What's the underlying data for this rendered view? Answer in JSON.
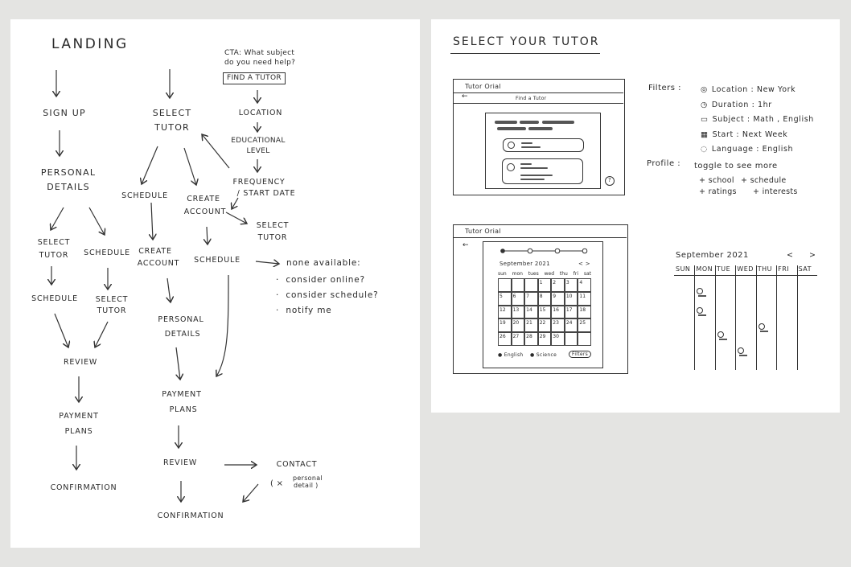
{
  "left_flow": {
    "landing": "LANDING",
    "col1": [
      "SIGN UP",
      "PERSONAL",
      "DETAILS",
      "SELECT",
      "TUTOR",
      "SCHEDULE",
      "SCHEDULE",
      "SELECT",
      "TUTOR",
      "REVIEW",
      "PAYMENT",
      "PLANS",
      "CONFIRMATION"
    ],
    "col2": {
      "select_tutor_1": "SELECT",
      "select_tutor_2": "TUTOR",
      "schedule": "SCHEDULE",
      "create_account_1": "CREATE",
      "create_account_2": "ACCOUNT",
      "create_account_b1": "CREATE",
      "create_account_b2": "ACCOUNT",
      "schedule_b": "SCHEDULE",
      "personal_1": "PERSONAL",
      "personal_2": "DETAILS",
      "payment_1": "PAYMENT",
      "payment_2": "PLANS",
      "review": "REVIEW",
      "confirmation": "CONFIRMATION",
      "contact": "CONTACT",
      "contact_note_x": "( ×",
      "contact_note_1": "personal",
      "contact_note_2": "detail )"
    },
    "col3": {
      "cta_1": "CTA: What subject",
      "cta_2": "do you need help?",
      "cta_button": "FIND A TUTOR",
      "location": "LOCATION",
      "edu_1": "EDUCATIONAL",
      "edu_2": "LEVEL",
      "freq_1": "FREQUENCY",
      "freq_2": "/ START DATE",
      "select_1": "SELECT",
      "select_2": "TUTOR"
    },
    "none_available": "none available:",
    "options": [
      "consider online?",
      "consider schedule?",
      "notify me"
    ]
  },
  "right": {
    "title": "SELECT YOUR TUTOR",
    "wire1": {
      "brand": "Tutor Orial",
      "back": "←",
      "header": "Find a Tutor",
      "help": "?"
    },
    "wire2": {
      "brand": "Tutor Orial",
      "back": "←",
      "month": "September 2021",
      "nav": "< >",
      "days": [
        "sun",
        "mon",
        "tues",
        "wed",
        "thu",
        "fri",
        "sat"
      ],
      "dates": [
        "",
        "",
        "",
        "1",
        "2",
        "3",
        "4",
        "5",
        "6",
        "7",
        "8",
        "9",
        "10",
        "11",
        "12",
        "13",
        "14",
        "15",
        "16",
        "17",
        "18",
        "19",
        "20",
        "21",
        "22",
        "23",
        "24",
        "25",
        "26",
        "27",
        "28",
        "29",
        "30",
        "",
        ""
      ],
      "legend_1": "English",
      "legend_2": "Science",
      "filters": "Filters"
    },
    "filters_label": "Filters :",
    "filters": [
      {
        "icon": "location-icon",
        "text": "Location : New York"
      },
      {
        "icon": "clock-icon",
        "text": "Duration :  1hr"
      },
      {
        "icon": "book-icon",
        "text": "Subject : Math , English"
      },
      {
        "icon": "calendar-icon",
        "text": "Start : Next Week"
      },
      {
        "icon": "chat-icon",
        "text": "Language :  English"
      }
    ],
    "profile_label": "Profile :",
    "profile_toggle": "toggle to see more",
    "profile_items": [
      "+ school",
      "+ schedule",
      "+ ratings",
      "+ interests"
    ],
    "big_cal": {
      "month": "September 2021",
      "nav_prev": "<",
      "nav_next": ">",
      "days": [
        "SUN",
        "MON",
        "TUE",
        "WED",
        "THU",
        "FRI",
        "SAT"
      ]
    }
  }
}
